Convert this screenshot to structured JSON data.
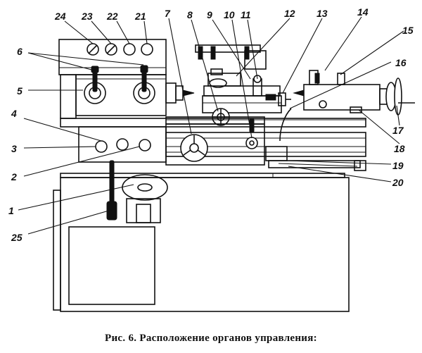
{
  "figure": {
    "caption": "Рис. 6. Расположение органов управления:",
    "labels": [
      "1",
      "2",
      "3",
      "4",
      "5",
      "6",
      "7",
      "8",
      "9",
      "10",
      "11",
      "12",
      "13",
      "14",
      "15",
      "16",
      "17",
      "18",
      "19",
      "20",
      "21",
      "22",
      "23",
      "24",
      "25"
    ]
  }
}
